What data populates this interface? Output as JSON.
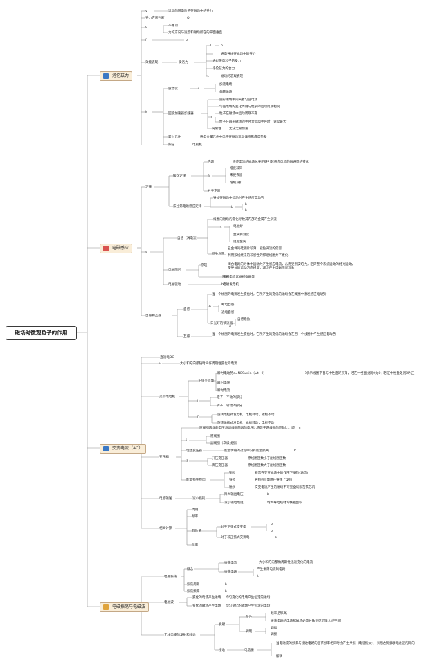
{
  "root": "磁场对微观粒子的作用",
  "topics": [
    {
      "label": "洛伦兹力",
      "icon": "book-icon",
      "color": "#3a78c4"
    },
    {
      "label": "电磁感应",
      "icon": "tools-icon",
      "color": "#d9534f"
    },
    {
      "label": "交变电流（AC）",
      "icon": "book-icon",
      "color": "#3a78c4"
    },
    {
      "label": "电磁振荡与电磁波",
      "icon": "note-icon",
      "color": "#e0a33a"
    }
  ],
  "nodes": [
    "v",
    "运动的带电粒子在磁场中的受力",
    "受力方向判断",
    "Q",
    "o",
    "不做功",
    "力的方向与速度和磁场所在的平面垂直",
    "f",
    "b",
    "效能表现",
    "受洛力",
    "1",
    "b",
    "通电导线在磁场中的受力",
    "通过带电粒子的受力",
    "洛伦兹力的合力",
    "磁场的宏观表现",
    "t",
    "k",
    "质谱仪",
    "i",
    "加速电场",
    "偏转磁场",
    "回旋加速器加速器",
    "n",
    "圆形磁场中间夹着匀强电场",
    "匀强电场的变化周期与粒子的运动周期相同",
    "粒子在磁场中运动周期不变",
    "粒子在圆形磁场的半径为运动半径时，速度最大",
    "局限性",
    "无法无限加速",
    "霍尔元件",
    "通电金属元件中电子在磁场运动偏移形成电势差",
    "扫描",
    "电视机",
    "定律",
    "楞次定律",
    "内容",
    "感应电流的磁场总要阻碍引起感应电流的磁通量的变化",
    "a",
    "增反减同",
    "来拒去留",
    "增缩减扩",
    "右手定则",
    "法拉第电磁感应定律",
    "导体在磁场中运动时产生感应电动势",
    "b",
    "b",
    "b",
    "s",
    "自感（涡电流）",
    "线圈内磁场的变化导致其内部的金属产生涡流",
    "s",
    "电磁炉",
    "金属探测仪",
    "阻尼金属",
    "避免危害",
    "五金件的硅钢片较薄，避免涡流的危害",
    "利用双线绕法的非感性的那组线圈并不更化",
    "电磁阻尼",
    "原理",
    "闭合电路的导体中运动时产生感应电流，从而受到安培力，阻碍整个系统运动的相对运动，使导体的运动方向相反，减少产生电磁阻尼现象",
    "阻尼",
    "扫描电流试磁模拟器等",
    "电磁驱动",
    "b",
    "电磁发电机",
    "自感和互感",
    "自感",
    "当一个线圈的电流发生变化时，它所产生的变化的磁场会在线圈中激发感应电动势",
    "b",
    "断电自感",
    "通电自感",
    "日光灯的镇流器",
    "自感系数",
    "a",
    "互感",
    "当一个线圈的电流发生变化时，它所产生的变化的磁场会在另一个线圈中产生感应电动势",
    "直流电DC",
    "v",
    "大小和方向都随时间作周期性变化的电流",
    "交流电电机",
    "正弦交流电",
    "瞬时电动势e=NBSωsin（ωt+θ）",
    "θ表示线圈平面与中性面的夹角，若在中性面处则θ为0；若在中性面处则θ为正",
    "瞬时电压",
    "瞬时电流",
    "i",
    "定子",
    "不动的部分",
    "转子",
    "转动的部分",
    "n",
    "旋转电枢式发电机",
    "电枢转动，磁极不动",
    "旋转磁极式发电机",
    "磁极转动，电枢不动",
    "变压器",
    "原线圈两端的电压与副线圈两端的电压比值等于两线圈的匝数比，即",
    "m",
    "i",
    "原线圈",
    "副线圈（次级线圈）",
    "理想变压器",
    "能量传输的过程中没有能量损失",
    "b",
    "S",
    "升压变压器",
    "原线圈匝数小于副线圈匝数",
    "降压变压器",
    "原线圈匝数大于副线圈匝数",
    "能量损失原因",
    "铜损",
    "铁芯在交变磁场中的作用下发热(涡流)",
    "铁损",
    "导线(铜)电阻在导线上发热",
    "磁损",
    "交变电流产生的磁场不可完全局限在铁芯内",
    "电能输送",
    "减小损耗",
    "降大输出电压",
    "b",
    "减小输电电阻",
    "增大导电线材的横截面积",
    "相关计算",
    "周期",
    "频率",
    "有效值",
    "对于正弦式交变电",
    "b",
    "b",
    "对于非正弦式交流电",
    "b",
    "功率",
    "电磁振荡",
    "概念",
    "振荡电流",
    "大小和方向都做周期性迅速变化的电流",
    "振荡电路",
    "产生振荡电流的电路",
    "t",
    "振荡周期",
    "b",
    "振荡频率",
    "b",
    "电磁波",
    "变化的电场产生磁场",
    "均匀变化的电场产生恒定的磁场",
    "变化的磁场产生电场",
    "均匀变化的磁场产生恒定的电场",
    "无线电波的发射和接收",
    "发射",
    "条件",
    "频率足够高",
    "振荡电路的电场和磁场必须分散到尽可能大的空间",
    "调制",
    "调幅",
    "调频",
    "接收",
    "电谐振",
    "当电磁波的频率与接收电路的固有频率相同时会产生共振（电谐振大），从而达到接收电磁波的目的",
    "解调"
  ]
}
